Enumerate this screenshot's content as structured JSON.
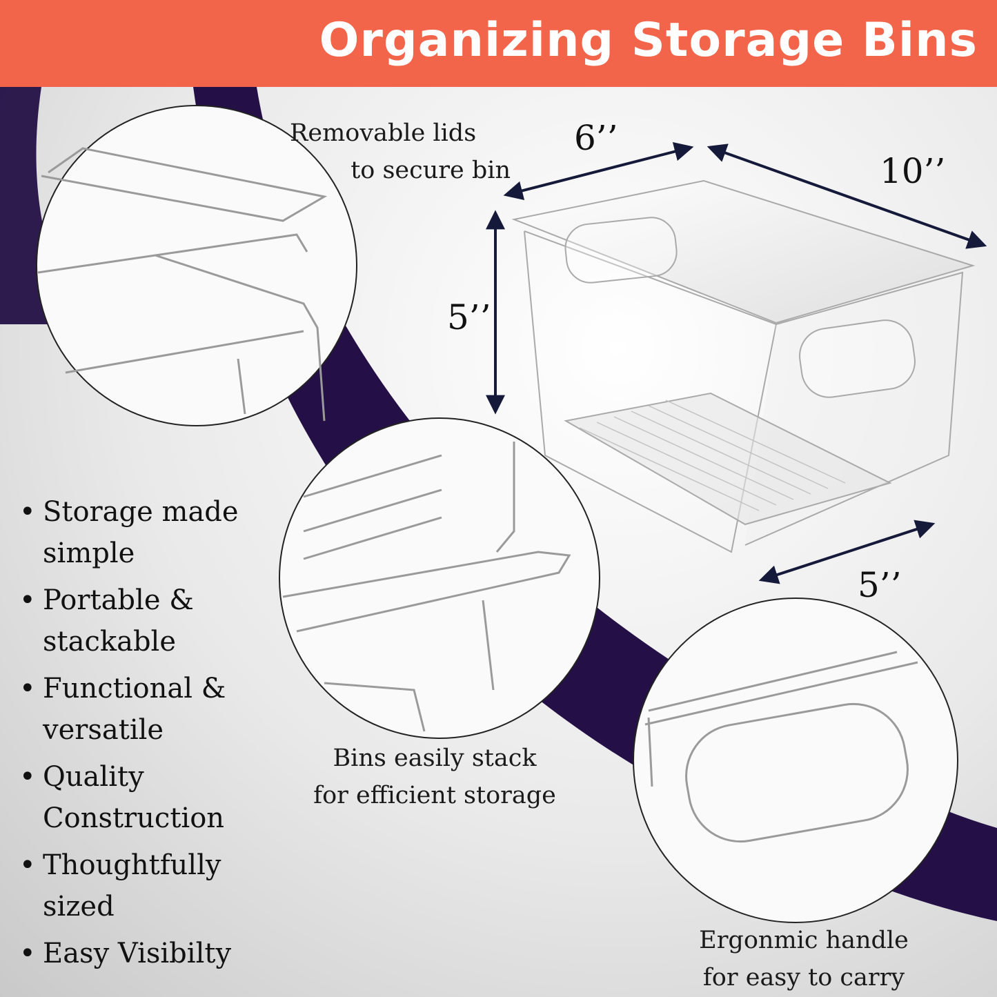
{
  "header": {
    "title": "Organizing Storage Bins",
    "background_color": "#f2654a",
    "title_color": "#ffffff"
  },
  "accent_band_color": "#241046",
  "callouts": {
    "lid": {
      "line1": "Removable lids",
      "line2": "to secure bin"
    },
    "stack": {
      "line1": "Bins easily stack",
      "line2": "for efficient storage"
    },
    "handle": {
      "line1": "Ergonmic handle",
      "line2": "for easy to carry"
    }
  },
  "dimensions": {
    "width": "6’’",
    "length": "10’’",
    "height": "5’’",
    "depth": "5’’"
  },
  "features": [
    {
      "bullet": "•",
      "line1": "Storage made",
      "line2": "simple"
    },
    {
      "bullet": "•",
      "line1": "Portable &",
      "line2": "stackable"
    },
    {
      "bullet": "•",
      "line1": "Functional &",
      "line2": "versatile"
    },
    {
      "bullet": "•",
      "line1": "Quality",
      "line2": "Construction"
    },
    {
      "bullet": "•",
      "line1": "Thoughtfully",
      "line2": "sized"
    },
    {
      "bullet": "•",
      "line1": "Easy Visibilty",
      "line2": ""
    }
  ]
}
